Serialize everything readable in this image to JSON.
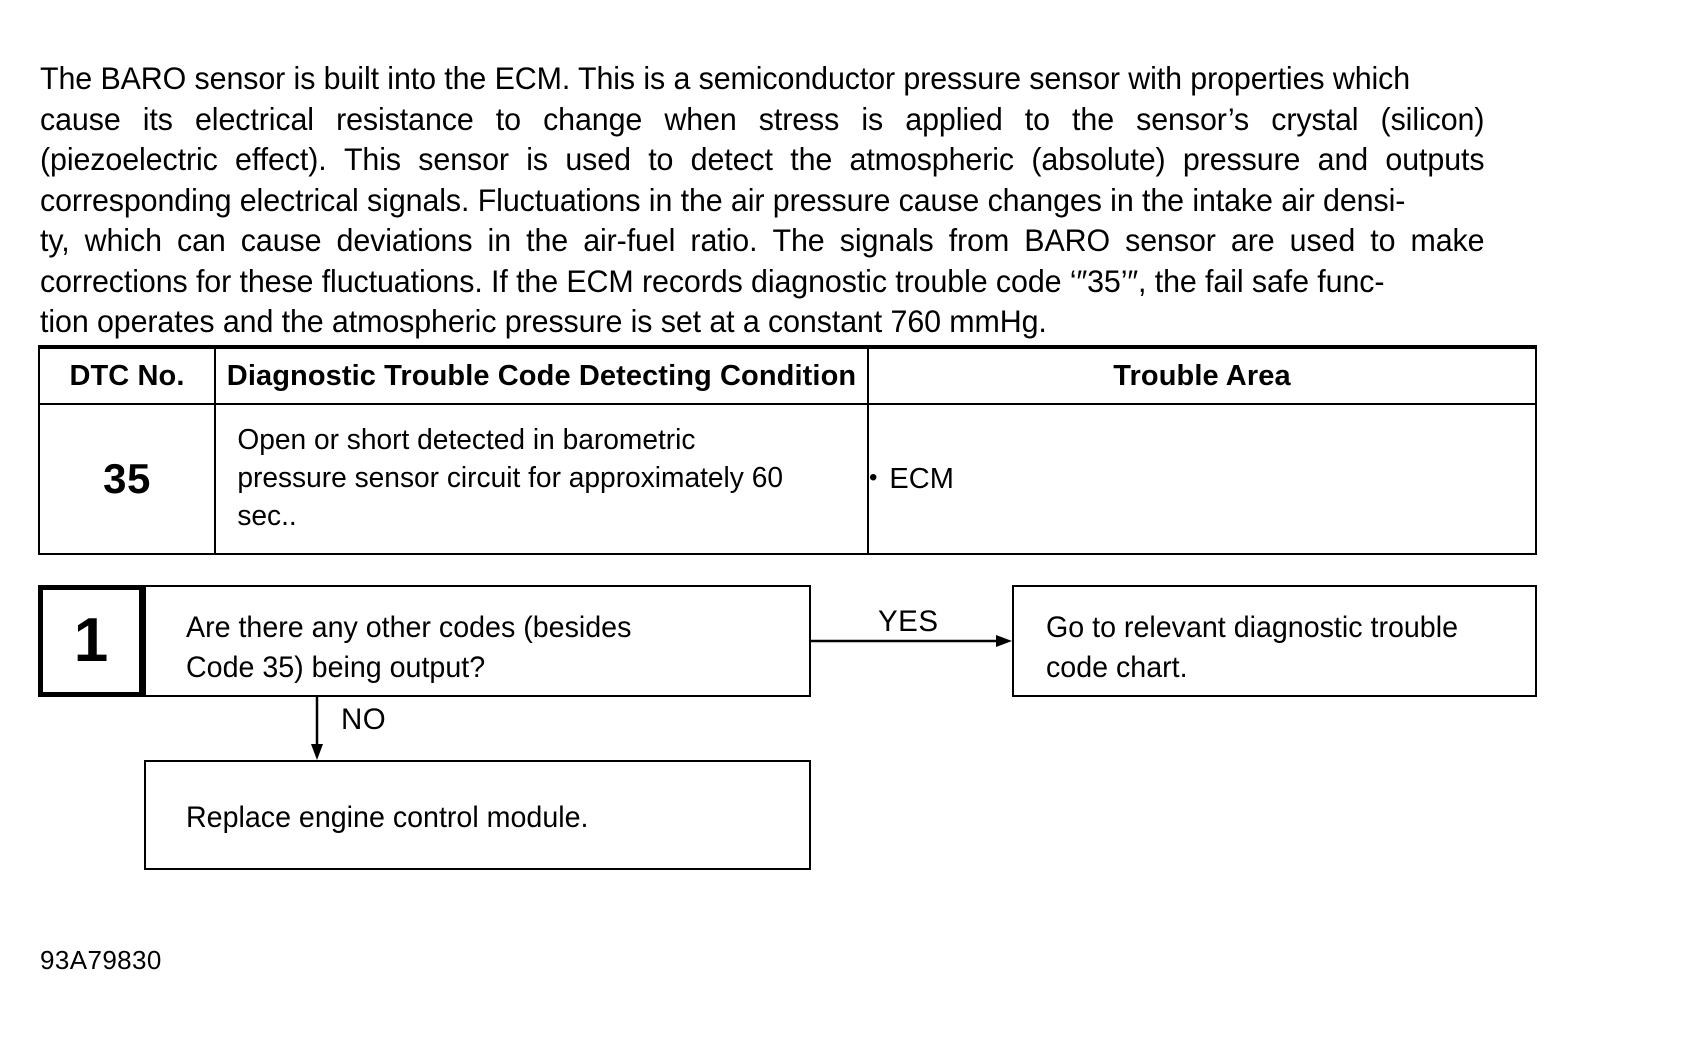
{
  "intro": {
    "lines": [
      {
        "text": "The BARO sensor is built into the ECM. This is a semiconductor pressure sensor with properties which",
        "justify": false
      },
      {
        "text": "cause its electrical resistance to change when stress is applied to the sensor’s crystal (silicon)",
        "justify": true
      },
      {
        "text": "(piezoelectric effect). This sensor is used to detect the atmospheric (absolute) pressure and outputs",
        "justify": true
      },
      {
        "text": "corresponding electrical signals. Fluctuations in the air pressure cause changes in the intake air densi-",
        "justify": false
      },
      {
        "text": "ty, which can cause deviations in the air-fuel ratio. The signals from BARO sensor are used to make",
        "justify": true
      },
      {
        "text": "corrections for these fluctuations. If the ECM records diagnostic trouble code ‘″35’″, the fail safe func-",
        "justify": false
      },
      {
        "text": "tion operates and the atmospheric pressure is set at a constant 760 mmHg.",
        "justify": false
      }
    ]
  },
  "dtc_table": {
    "headers": {
      "dtc_no": "DTC No.",
      "condition": "Diagnostic Trouble Code Detecting Condition",
      "trouble_area": "Trouble Area"
    },
    "rows": [
      {
        "dtc_no": "35",
        "condition_lines": [
          "Open or short detected in barometric",
          "pressure sensor circuit for approximately 60",
          "sec.."
        ],
        "trouble_area_bullet": "•",
        "trouble_area": "ECM"
      }
    ]
  },
  "flowchart": {
    "step_number": "1",
    "question_lines": [
      "Are there any other codes (besides",
      "Code 35) being output?"
    ],
    "yes_label": "YES",
    "no_label": "NO",
    "yes_result_lines": [
      "Go to relevant diagnostic trouble",
      "code chart."
    ],
    "no_result_lines": [
      "Replace engine control module."
    ]
  },
  "reference_code": "93A79830",
  "colors": {
    "ink": "#000000",
    "page": "#ffffff"
  }
}
